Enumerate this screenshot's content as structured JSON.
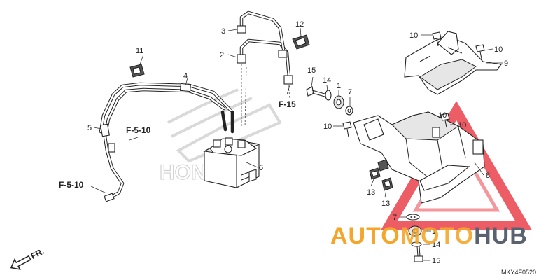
{
  "callouts": [
    "1",
    "1",
    "2",
    "3",
    "4",
    "5",
    "6",
    "7",
    "7",
    "8",
    "9",
    "10",
    "10",
    "10",
    "10",
    "10",
    "11",
    "12",
    "13",
    "13",
    "14",
    "14",
    "15",
    "15"
  ],
  "references": [
    "F-15",
    "F-5-10",
    "F-5-10"
  ],
  "direction_label": "FR.",
  "diagram_code": "MKY4F0520",
  "watermark": {
    "part1": "AUTO",
    "part2": "MOTO",
    "part3": "HUB",
    "accent_color": "#f4a62a",
    "dark_color": "#5a6270",
    "triangle_color": "#e8303a"
  },
  "logo_text": "HONDA"
}
